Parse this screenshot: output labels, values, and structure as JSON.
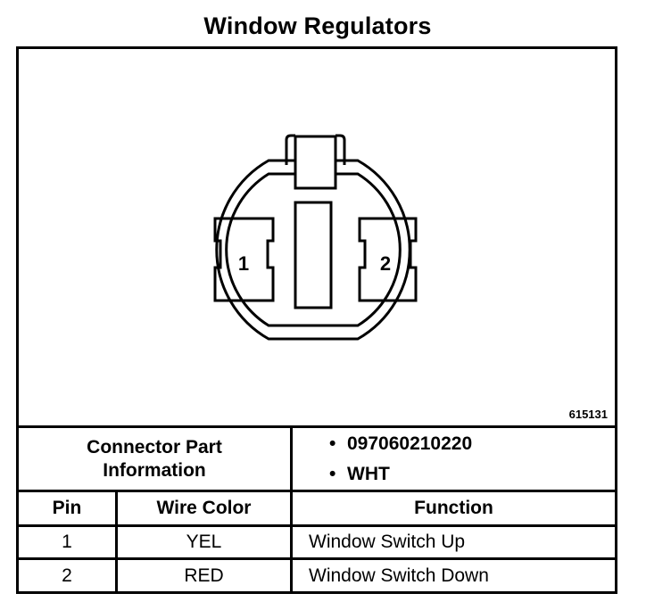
{
  "title": "Window Regulators",
  "figure_number": "615131",
  "connector": {
    "pins": [
      {
        "label": "1"
      },
      {
        "label": "2"
      }
    ]
  },
  "connector_info": {
    "label_line1": "Connector Part",
    "label_line2": "Information",
    "items": [
      "097060210220",
      "WHT"
    ]
  },
  "table": {
    "headers": [
      "Pin",
      "Wire Color",
      "Function"
    ],
    "rows": [
      {
        "pin": "1",
        "wire_color": "YEL",
        "function": "Window Switch Up"
      },
      {
        "pin": "2",
        "wire_color": "RED",
        "function": "Window Switch Down"
      }
    ]
  }
}
